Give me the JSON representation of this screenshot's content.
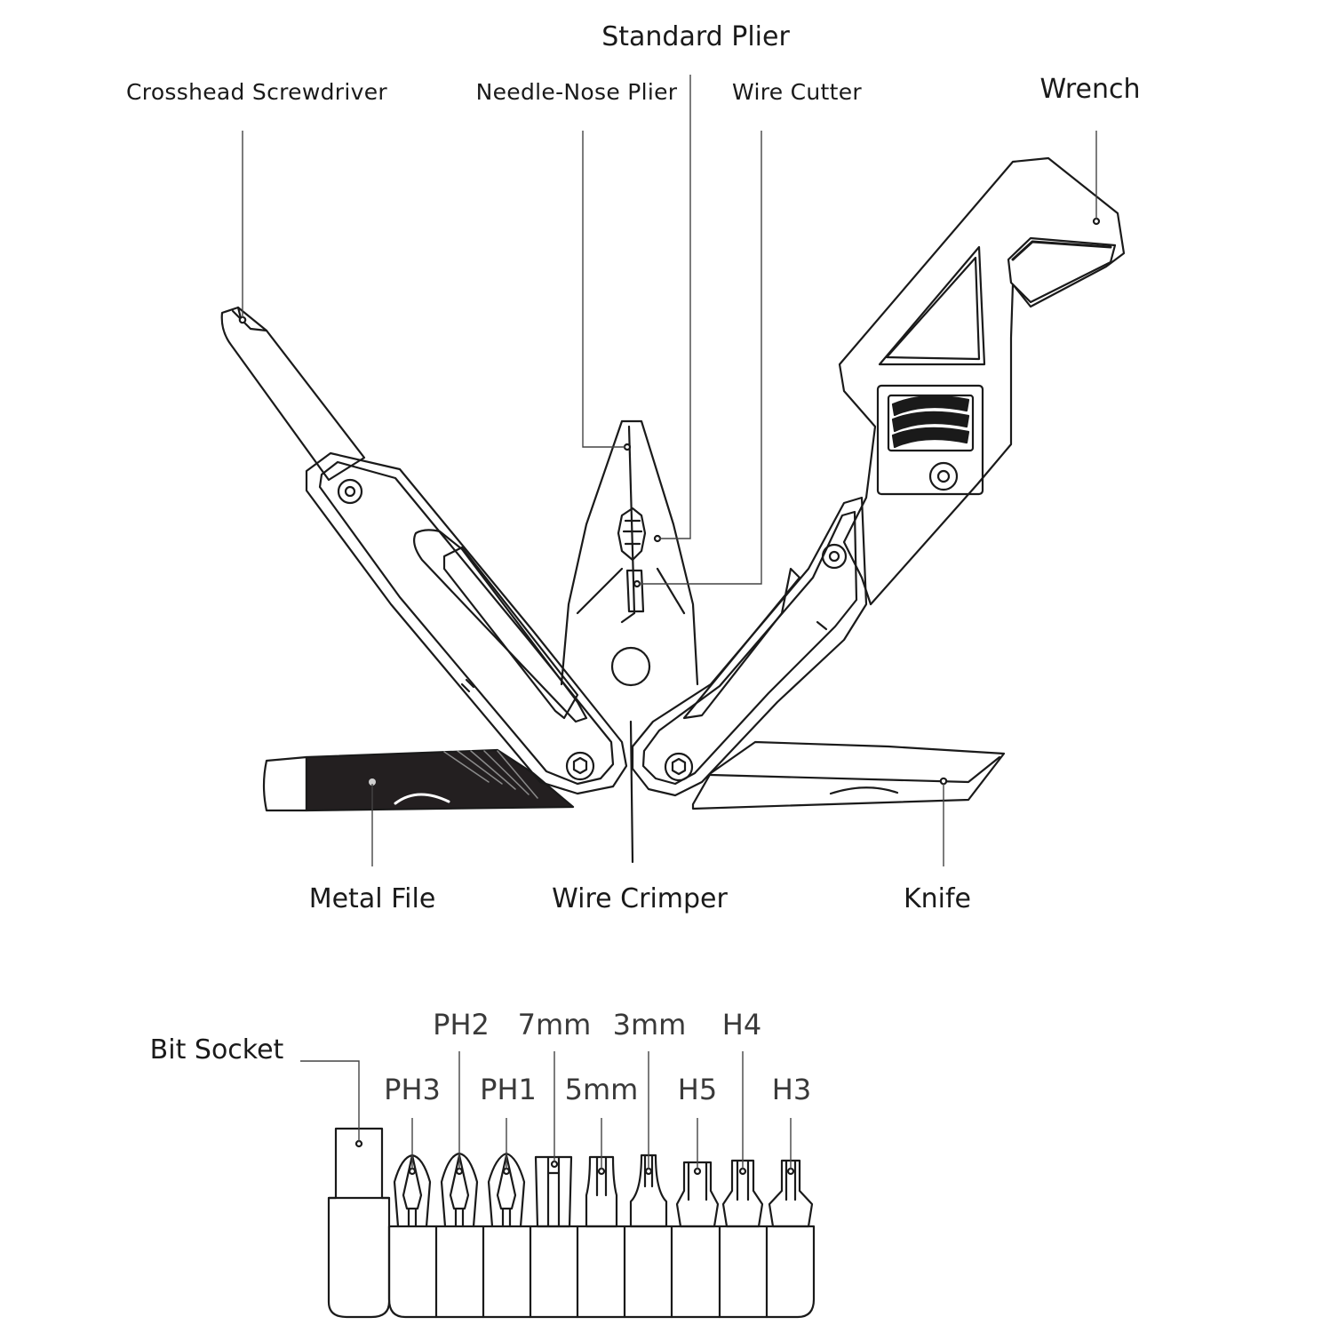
{
  "labels": {
    "standard_plier": "Standard Plier",
    "crosshead_screwdriver": "Crosshead Screwdriver",
    "needle_nose_plier": "Needle-Nose Plier",
    "wire_cutter": "Wire Cutter",
    "wrench": "Wrench",
    "metal_file": "Metal File",
    "wire_crimper": "Wire Crimper",
    "knife": "Knife",
    "bit_socket": "Bit Socket"
  },
  "bits": {
    "ph2": "PH2",
    "mm7": "7mm",
    "mm3": "3mm",
    "h4": "H4",
    "ph3": "PH3",
    "ph1": "PH1",
    "mm5": "5mm",
    "h5": "H5",
    "h3": "H3"
  },
  "colors": {
    "line": "#1a1a1a",
    "leader": "#444444",
    "file_dark": "#231f20",
    "background": "#ffffff"
  }
}
